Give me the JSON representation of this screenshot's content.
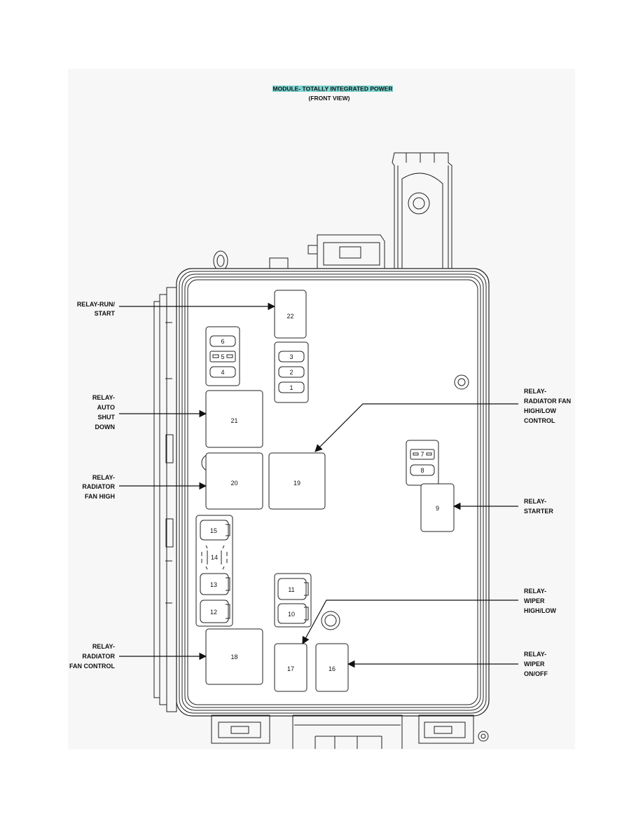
{
  "header": {
    "title": "MODULE- TOTALLY INTEGRATED POWER",
    "subtitle": "(FRONT VIEW)",
    "title_highlight": "#7fd6d2"
  },
  "labels": {
    "run_start": [
      "RELAY-RUN/",
      "START"
    ],
    "asd": [
      "RELAY-",
      "AUTO",
      "SHUT",
      "DOWN"
    ],
    "fan_high": [
      "RELAY-",
      "RADIATOR",
      "FAN HIGH"
    ],
    "fan_control": [
      "RELAY-",
      "RADIATOR",
      "FAN CONTROL"
    ],
    "fan_highlow": [
      "RELAY-",
      "RADIATOR FAN",
      "HIGH/LOW",
      "CONTROL"
    ],
    "starter": [
      "RELAY-",
      "STARTER"
    ],
    "wiper_highlow": [
      "RELAY-",
      "WIPER",
      "HIGH/LOW"
    ],
    "wiper_onoff": [
      "RELAY-",
      "WIPER",
      "ON/OFF"
    ]
  },
  "slots": {
    "s1": "1",
    "s2": "2",
    "s3": "3",
    "s4": "4",
    "s5": "5",
    "s6": "6",
    "s7": "7",
    "s8": "8",
    "s9": "9",
    "s10": "10",
    "s11": "11",
    "s12": "12",
    "s13": "13",
    "s14": "14",
    "s15": "15",
    "s16": "16",
    "s17": "17",
    "s18": "18",
    "s19": "19",
    "s20": "20",
    "s21": "21",
    "s22": "22"
  }
}
